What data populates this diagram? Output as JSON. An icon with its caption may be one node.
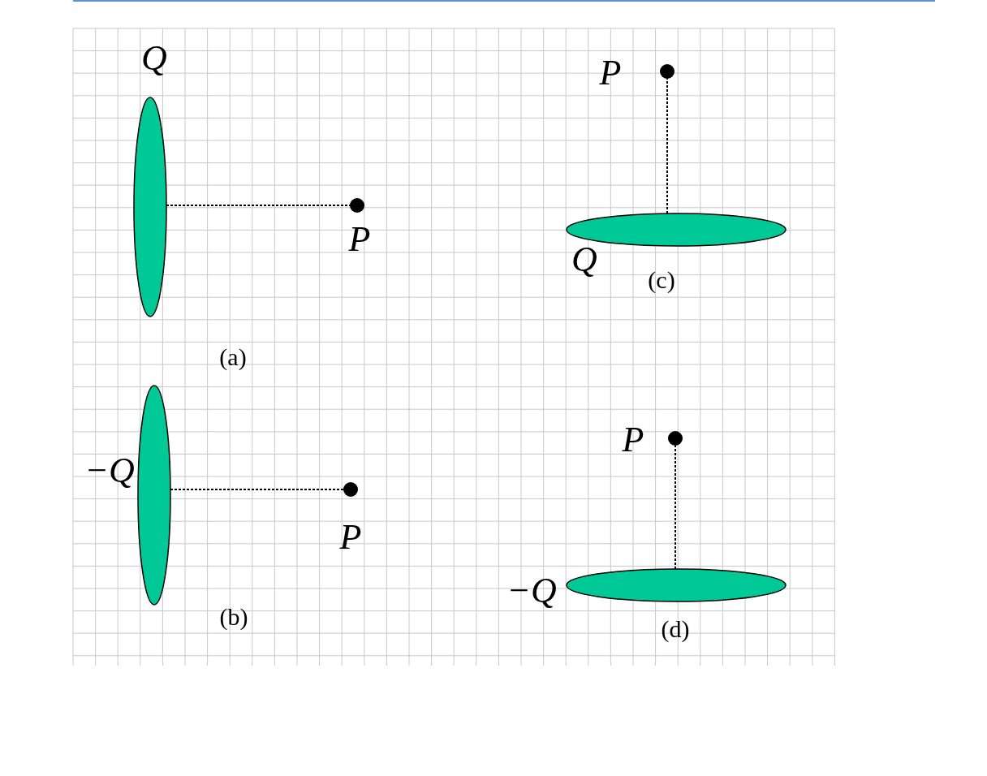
{
  "diagram": {
    "nodes": [
      {
        "text": [
          "Q"
        ]
      },
      {
        "text": [
          "P"
        ]
      },
      {
        "text": [
          "−Q"
        ]
      },
      {
        "text": [
          "P"
        ]
      },
      {
        "text": [
          "Q"
        ]
      },
      {
        "text": [
          "P"
        ]
      },
      {
        "text": [
          "−Q"
        ]
      },
      {
        "text": [
          "P"
        ]
      }
    ],
    "edges": [
      {
        "from": 0,
        "to": 1,
        "arrow": "none",
        "style": "dashed"
      },
      {
        "from": 2,
        "to": 3,
        "arrow": "none",
        "style": "dashed"
      },
      {
        "from": 4,
        "to": 5,
        "arrow": "none",
        "style": "dashed"
      },
      {
        "from": 6,
        "to": 7,
        "arrow": "none",
        "style": "dashed"
      }
    ],
    "labels": [
      "(a)",
      "(c)",
      "(b)",
      "(d)"
    ]
  }
}
